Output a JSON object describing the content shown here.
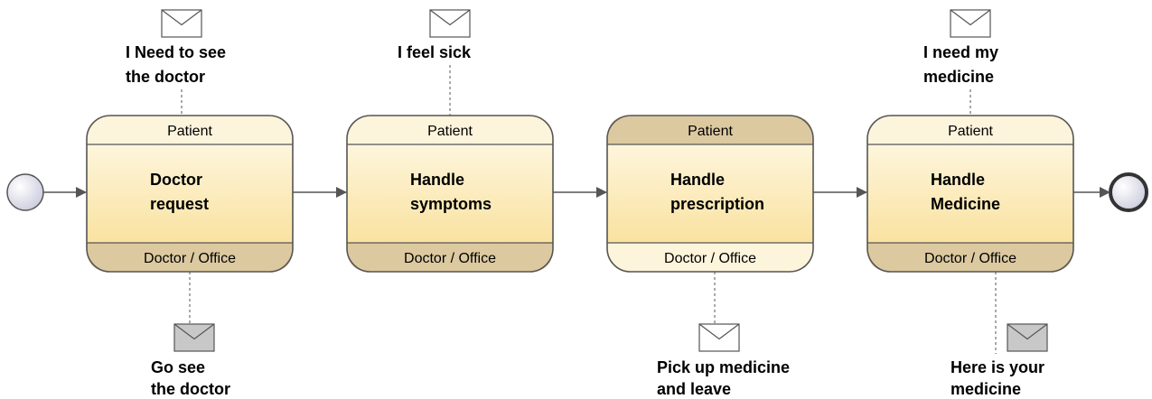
{
  "colors": {
    "band_highlight": "#dcc9a0",
    "band_plain": "#fdf4dc",
    "task_fill_top": "#fffbee",
    "task_fill_bottom": "#f8dc8e",
    "outline": "#555555",
    "event_fill": "#c9c9dd",
    "envelope_filled": "#c8c8c8",
    "envelope_empty": "#ffffff"
  },
  "tasks": [
    {
      "name_lines": [
        "Doctor",
        "request"
      ],
      "top_participant": "Patient",
      "bottom_participant": "Doctor / Office",
      "initiating": "top",
      "in_message": {
        "lines": [
          "I Need to see",
          "the doctor"
        ],
        "envelope": "empty"
      },
      "out_message": {
        "lines": [
          "Go see",
          "the doctor"
        ],
        "envelope": "filled"
      }
    },
    {
      "name_lines": [
        "Handle",
        "symptoms"
      ],
      "top_participant": "Patient",
      "bottom_participant": "Doctor / Office",
      "initiating": "top",
      "in_message": {
        "lines": [
          "I feel sick"
        ],
        "envelope": "empty"
      },
      "out_message": null
    },
    {
      "name_lines": [
        "Handle",
        "prescription"
      ],
      "top_participant": "Patient",
      "bottom_participant": "Doctor / Office",
      "initiating": "bottom",
      "in_message": null,
      "out_message": {
        "lines": [
          "Pick up medicine",
          "and leave"
        ],
        "envelope": "empty"
      }
    },
    {
      "name_lines": [
        "Handle",
        "Medicine"
      ],
      "top_participant": "Patient",
      "bottom_participant": "Doctor / Office",
      "initiating": "top",
      "in_message": {
        "lines": [
          "I need my",
          "medicine"
        ],
        "envelope": "empty"
      },
      "out_message": {
        "lines": [
          "Here is your",
          "medicine"
        ],
        "envelope": "filled"
      }
    }
  ],
  "start_event": {
    "label": ""
  },
  "end_event": {
    "label": ""
  }
}
